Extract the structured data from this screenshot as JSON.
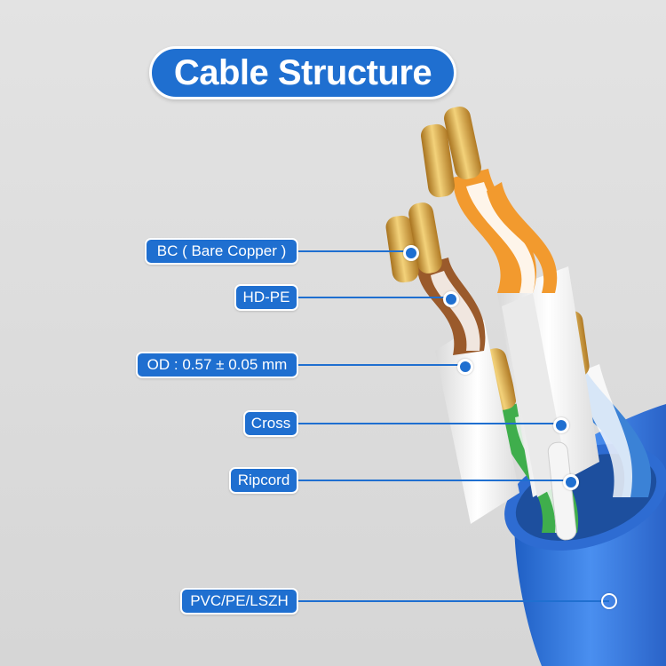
{
  "title": "Cable Structure",
  "labels": [
    {
      "id": "bare-copper",
      "text": "BC ( Bare Copper )"
    },
    {
      "id": "hd-pe",
      "text": "HD-PE"
    },
    {
      "id": "od",
      "text": "OD : 0.57 ± 0.05 mm"
    },
    {
      "id": "cross",
      "text": "Cross"
    },
    {
      "id": "ripcord",
      "text": "Ripcord"
    },
    {
      "id": "jacket",
      "text": "PVC/PE/LSZH"
    }
  ],
  "colors": {
    "accent": "#1f6fd0",
    "jacket_blue": "#2f6fd6",
    "copper": "#d8a64a",
    "orange_wire": "#f29a2e",
    "brown_wire": "#9a5a2b",
    "green_wire": "#3fae4c",
    "blue_wire": "#3b82d6",
    "separator": "#f4f4f4"
  }
}
